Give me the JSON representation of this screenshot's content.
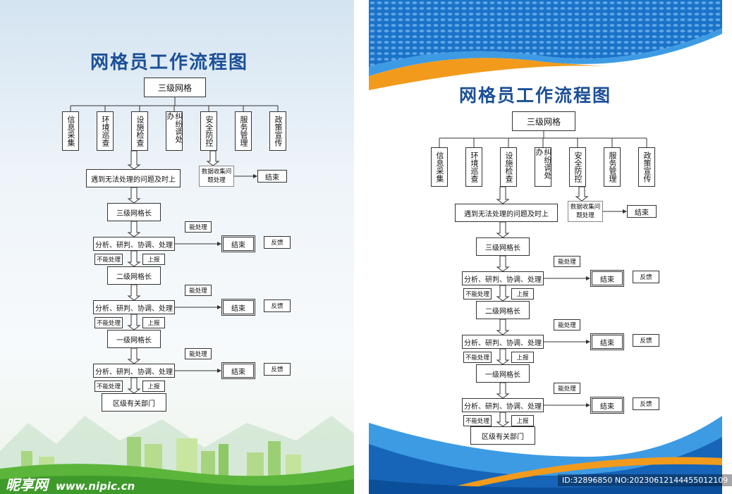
{
  "colors": {
    "title": "#1b4f96",
    "border": "#333333",
    "brand_blue": "#1665b8",
    "brand_orange": "#f29a1c",
    "city_green": "#5cb53b"
  },
  "poster": {
    "title": "网格员工作流程图",
    "top": "三级网格",
    "duties": [
      "信息采集",
      "环境巡查",
      "设施检查",
      "纠纷调处办",
      "安全防控",
      "服务管理",
      "政策宣传"
    ],
    "report": "遇到无法处理的问题及时上",
    "data_box": "数据收集问题处理",
    "end": "结束",
    "level3": "三级网格长",
    "level2": "二级网格长",
    "level1": "一级网格长",
    "analyze": "分析、研判、协调、处理",
    "can": "能处理",
    "cannot": "不能处理",
    "up": "上报",
    "feedback": "反馈",
    "district": "区级有关部门"
  },
  "watermark": {
    "logo": "昵享网",
    "url": "www.nipic.cn",
    "id": "ID:32896850 NO:20230612144455012109"
  }
}
